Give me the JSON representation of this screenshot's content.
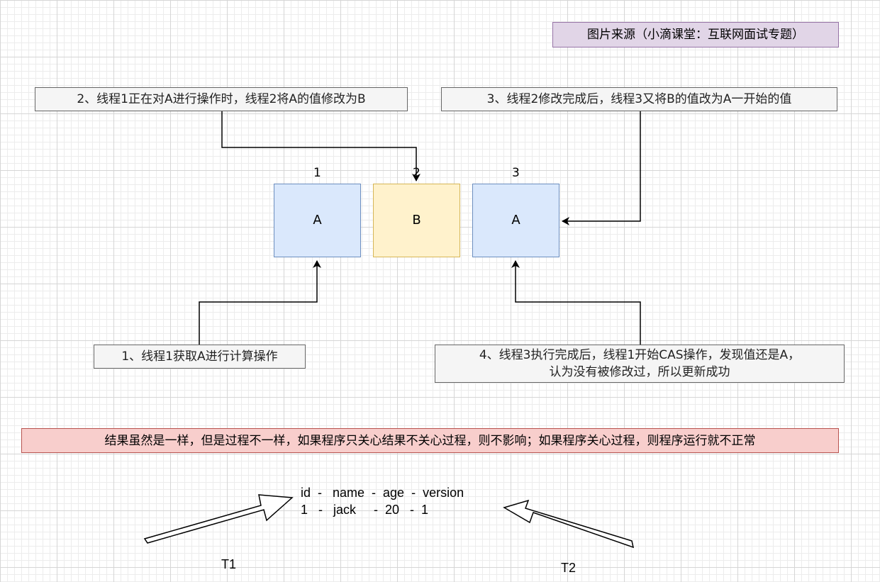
{
  "source_note": "图片来源（小滴课堂：互联网面试专题）",
  "notes": {
    "step1": "1、线程1获取A进行计算操作",
    "step2": "2、线程1正在对A进行操作时，线程2将A的值修改为B",
    "step3": "3、线程2修改完成后，线程3又将B的值改为A一开始的值",
    "step4_line1": "4、线程3执行完成后，线程1开始CAS操作，发现值还是A，",
    "step4_line2": "认为没有被修改过，所以更新成功"
  },
  "cells": [
    {
      "index": "1",
      "value": "A",
      "color": "#dae8fc"
    },
    {
      "index": "2",
      "value": "B",
      "color": "#fff2cc"
    },
    {
      "index": "3",
      "value": "A",
      "color": "#dae8fc"
    }
  ],
  "conclusion": "结果虽然是一样，但是过程不一样，如果程序只关心结果不关心过程，则不影响；如果程序关心过程，则程序运行就不正常",
  "record": {
    "header": "id  -   name  -  age  -  version",
    "row": "1   -   jack     -  20   -  1"
  },
  "threads": {
    "t1": "T1",
    "t2": "T2"
  }
}
